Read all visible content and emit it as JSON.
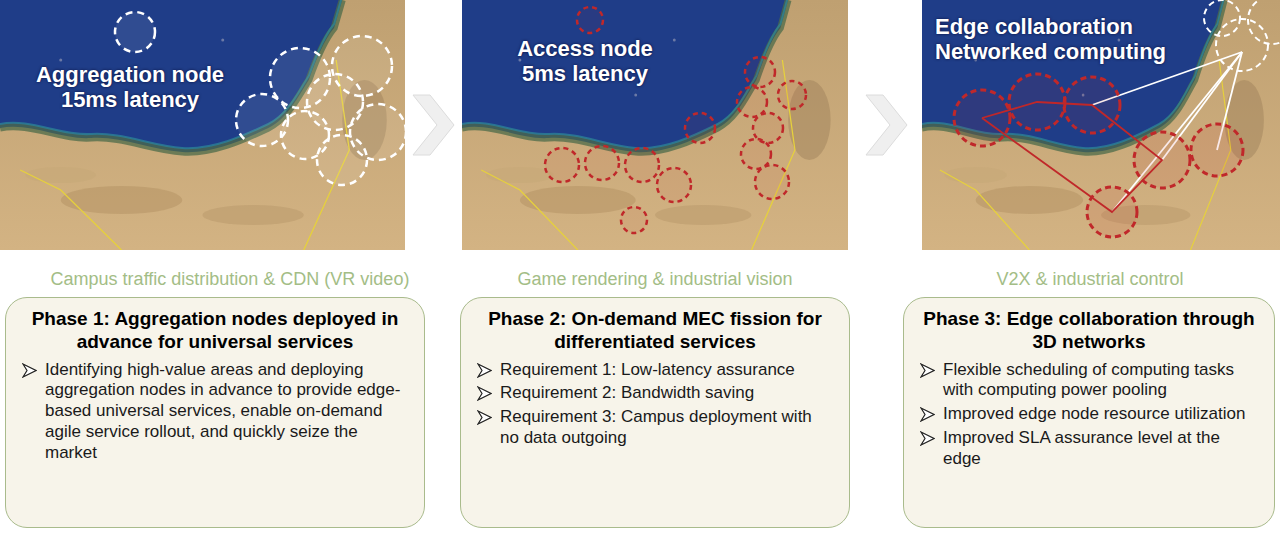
{
  "diagram": {
    "nodes": [
      {
        "text": [
          "Phase 1: Aggregation nodes deployed in advance for universal services",
          "Identifying high-value areas and deploying aggregation nodes in advance to provide edge-based universal services, enable on-demand agile service rollout, and quickly seize the market"
        ]
      },
      {
        "text": [
          "Phase 2: On-demand MEC fission for differentiated services",
          "Requirement 1: Low-latency assurance",
          "Requirement 2: Bandwidth saving",
          "Requirement 3: Campus deployment with no data outgoing"
        ]
      },
      {
        "text": [
          "Phase 3: Edge collaboration through 3D networks",
          "Flexible scheduling of computing tasks with computing power pooling",
          "Improved edge node resource utilization",
          "Improved SLA assurance level at the edge"
        ]
      }
    ],
    "labels": [
      "Aggregation node 15ms latency",
      "Access node 5ms latency",
      "Edge collaboration Networked computing",
      "Campus traffic distribution & CDN (VR video)",
      "Game rendering & industrial vision",
      "V2X & industrial control"
    ]
  }
}
